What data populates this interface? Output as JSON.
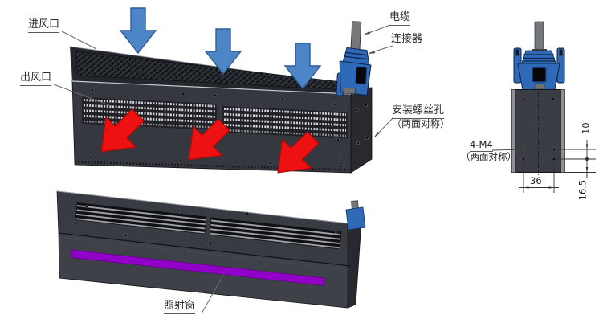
{
  "diagram": {
    "background": "#ffffff",
    "colors": {
      "body_dark": "#35383e",
      "top_mesh": "#15171b",
      "inlet_arrow_blue": "#4d86c6",
      "outlet_arrow_red": "#ee1111",
      "window_purple": "#9000c8",
      "connector_blue": "#2f6ab8",
      "cable_gray": "#75777b",
      "leader_line": "#6b6b6b",
      "dimension_line": "#333333"
    },
    "labels": {
      "air_inlet": "进风口",
      "air_outlet": "出风口",
      "cable": "电缆",
      "connector": "连接器",
      "mounting_holes": "安装螺丝孔",
      "mounting_holes_note": "（两面对称）",
      "irradiation_window": "照射窗",
      "screw_spec": "4-M4",
      "screw_spec_note": "（两面对称）"
    },
    "dimensions": {
      "hole_spacing_horizontal": "36",
      "hole_spacing_vertical": "10",
      "bottom_offset": "16.5"
    }
  }
}
